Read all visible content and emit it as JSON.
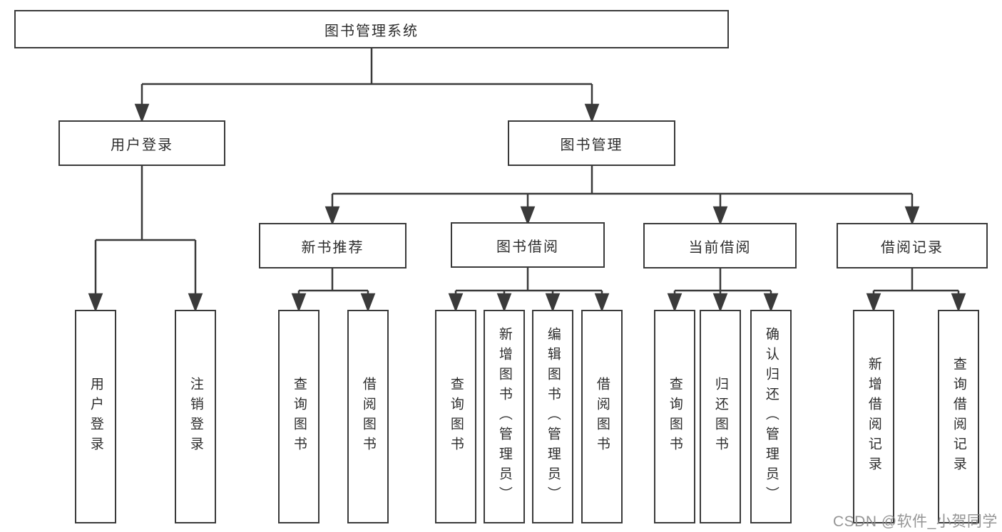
{
  "diagram": {
    "root": "图书管理系统",
    "branches": {
      "user": "用户登录",
      "mgmt": "图书管理"
    },
    "modules": {
      "new_book": "新书推荐",
      "borrow": "图书借阅",
      "current": "当前借阅",
      "records": "借阅记录"
    },
    "leaves": {
      "user_login": "用户登录",
      "logout": "注销登录",
      "nb_query": "查询图书",
      "nb_borrow": "借阅图书",
      "bb_query": "查询图书",
      "bb_add": "新增图书（管理员）",
      "bb_edit": "编辑图书（管理员）",
      "bb_borrow": "借阅图书",
      "cb_query": "查询图书",
      "cb_return": "归还图书",
      "cb_confirm": "确认归还（管理员）",
      "br_add": "新增借阅记录",
      "br_query": "查询借阅记录"
    }
  },
  "watermark": "CSDN @软件_小贺同学",
  "colors": {
    "line": "#3a3a3a",
    "text": "#2d2d2d",
    "watermark_gray": "#8a8a8a",
    "background": "#ffffff"
  }
}
